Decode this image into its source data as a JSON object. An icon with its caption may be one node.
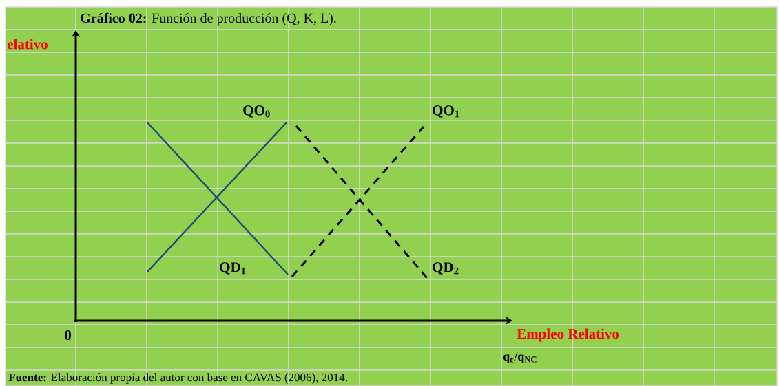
{
  "diagram": {
    "title": "**Gráfico 02:** Función de producción (Q, K, L).",
    "caption": "**Fuente:** Elaboración propia del autor con base en CAVAS (2006), 2014.",
    "labels": [
      "elativo",
      "QO$_{0}$",
      "QO$_{1}$",
      "QD$_{1}$",
      "QD$_{2}$",
      "0",
      "Empleo Relativo",
      "q$_{c}$/q$_{NC}$"
    ]
  }
}
